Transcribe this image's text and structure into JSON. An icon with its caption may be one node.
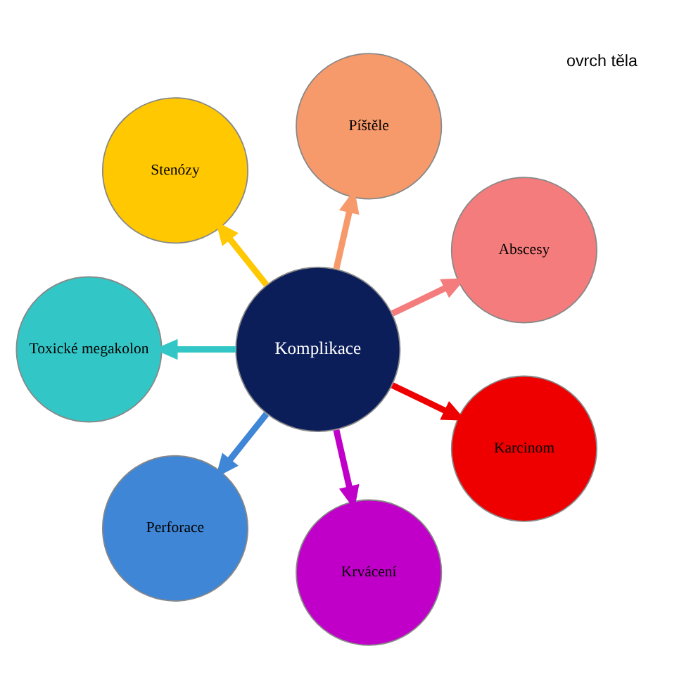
{
  "diagram": {
    "nodes": [
      {
        "text": [
          "Komplikace"
        ]
      },
      {
        "text": [
          "Abscesy"
        ]
      },
      {
        "text": [
          "Píštěle"
        ]
      },
      {
        "text": [
          "Stenózy"
        ]
      },
      {
        "text": [
          "Toxické megakolon"
        ]
      },
      {
        "text": [
          "Perforace"
        ]
      },
      {
        "text": [
          "Krvácení"
        ]
      },
      {
        "text": [
          "Karcinom"
        ]
      }
    ],
    "edges": [
      {
        "from": 0,
        "to": 1,
        "arrow": "to",
        "color": "#f47c7c"
      },
      {
        "from": 0,
        "to": 2,
        "arrow": "to",
        "color": "#f79a6b"
      },
      {
        "from": 0,
        "to": 3,
        "arrow": "to",
        "color": "#ffc800"
      },
      {
        "from": 0,
        "to": 4,
        "arrow": "to",
        "color": "#33c6c6"
      },
      {
        "from": 0,
        "to": 5,
        "arrow": "to",
        "color": "#3f86d6"
      },
      {
        "from": 0,
        "to": 6,
        "arrow": "to",
        "color": "#c000c8"
      },
      {
        "from": 0,
        "to": 7,
        "arrow": "to",
        "color": "#ee0000"
      }
    ],
    "labels": [
      "ovrch těla"
    ]
  }
}
